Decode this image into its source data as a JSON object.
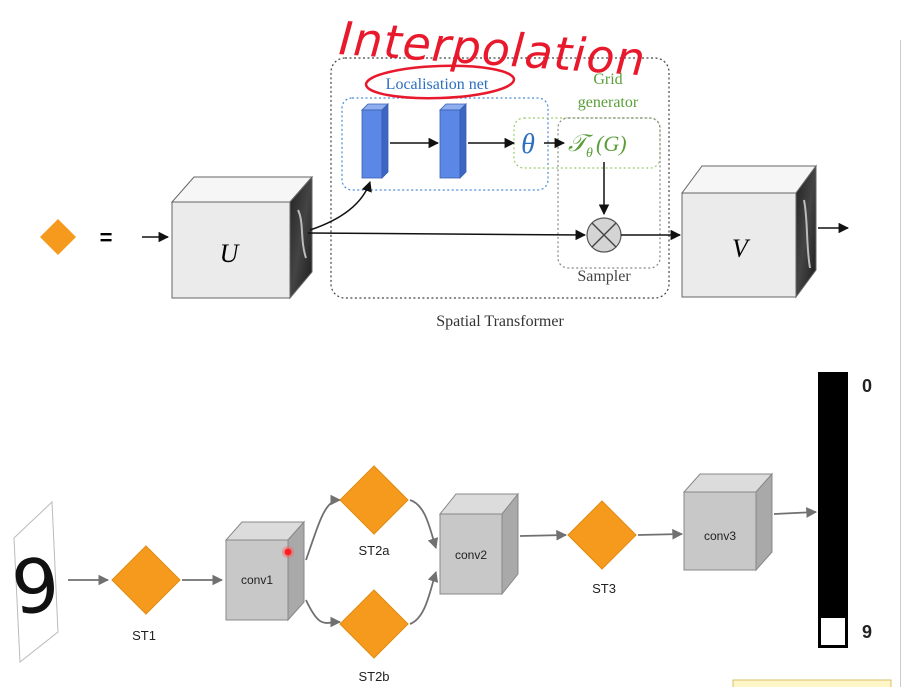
{
  "annotation": {
    "handwritten_text": "Interpolation",
    "ink_color": "#e8192c"
  },
  "top_diagram": {
    "legend_equals": "=",
    "input_label": "U",
    "output_label": "V",
    "localisation_label": "Localisation net",
    "grid_generator_line1": "Grid",
    "grid_generator_line2": "generator",
    "theta_label": "θ",
    "transform_label_T": "𝒯",
    "transform_label_sub": "θ",
    "transform_label_arg": "(G)",
    "sampler_label": "Sampler",
    "caption": "Spatial Transformer",
    "colors": {
      "diamond": "#f59a1c",
      "layer_blue": "#5b87e6",
      "loc_border": "#4a8ad6",
      "grid_border": "#9ccb6c",
      "theta_text": "#2c6fc0",
      "grid_text": "#5a9e3a",
      "box_face": "#ebebeb"
    }
  },
  "bottom_diagram": {
    "input_digit": "9",
    "nodes": {
      "st1": "ST1",
      "conv1": "conv1",
      "st2a": "ST2a",
      "st2b": "ST2b",
      "conv2": "conv2",
      "st3": "ST3",
      "conv3": "conv3"
    },
    "output_top_label": "0",
    "output_bottom_label": "9",
    "colors": {
      "diamond": "#f59a1c",
      "box": "#c8c8c8",
      "arrow": "#707070",
      "cursor": "#ff2020"
    }
  }
}
